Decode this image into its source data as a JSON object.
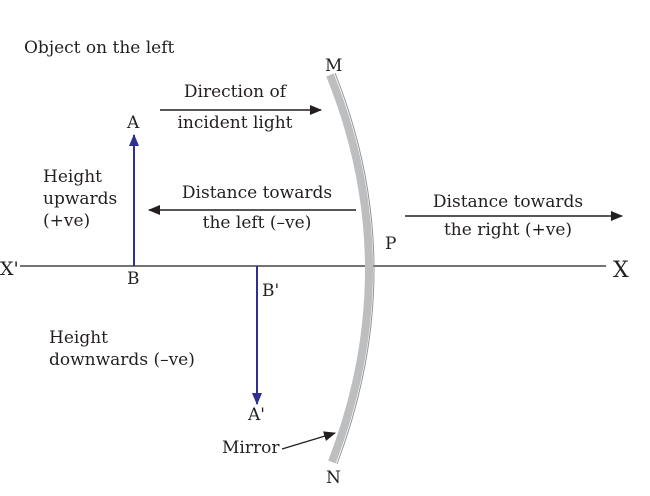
{
  "labels": {
    "object_note": "Object on the left",
    "mirror_top": "M",
    "mirror_bottom": "N",
    "pole": "P",
    "axis_left": "X'",
    "axis_right": "X",
    "point_a": "A",
    "point_b": "B",
    "point_b_prime": "B'",
    "point_a_prime": "A'",
    "mirror": "Mirror"
  },
  "incident_light": {
    "line1": "Direction of",
    "line2": "incident light"
  },
  "height_up": {
    "line1": "Height",
    "line2": "upwards",
    "line3": "(+ve)"
  },
  "height_down": {
    "line1": "Height",
    "line2": "downwards (–ve)"
  },
  "distance_left": {
    "line1": "Distance towards",
    "line2": "the left (–ve)"
  },
  "distance_right": {
    "line1": "Distance towards",
    "line2": "the right (+ve)"
  },
  "colors": {
    "arrow_blue": "#2e3192",
    "mirror_gray": "#bcbec0",
    "ink": "#231f20"
  }
}
